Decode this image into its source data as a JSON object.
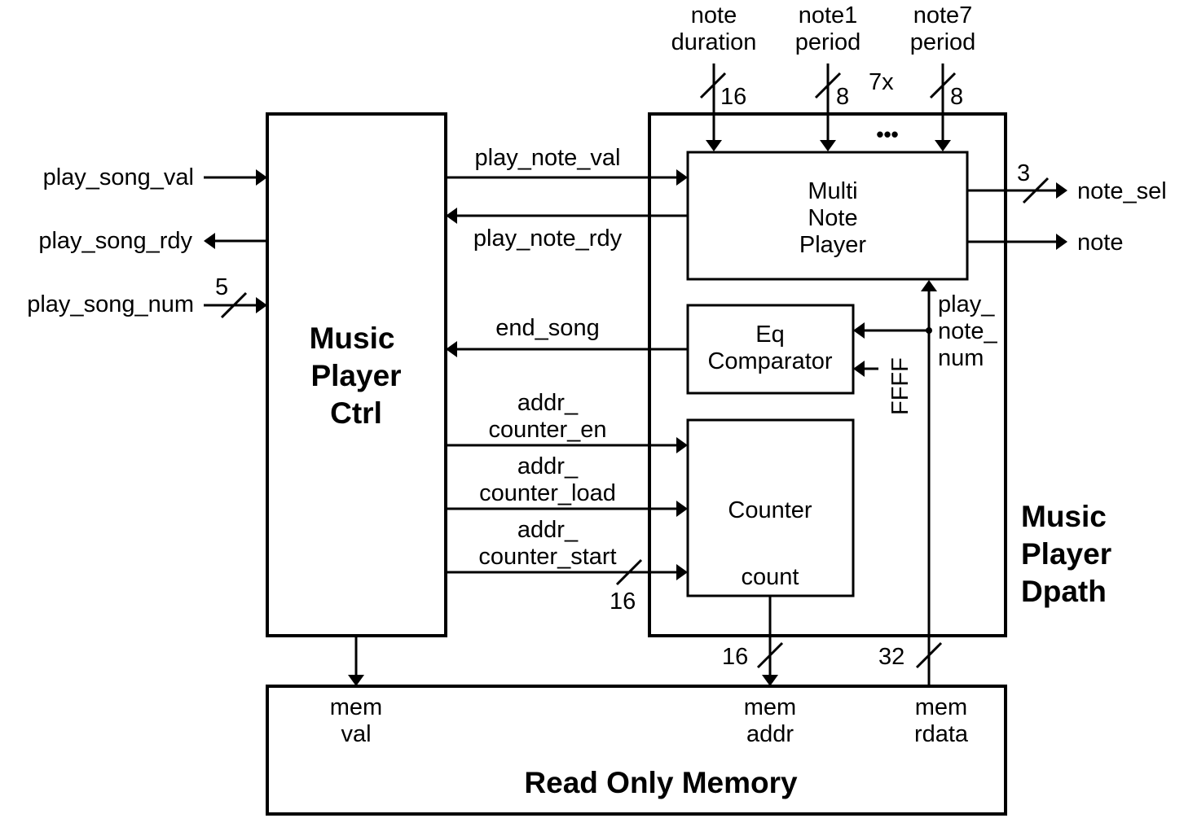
{
  "diagram": {
    "blocks": {
      "ctrl": {
        "lines": [
          "Music",
          "Player",
          "Ctrl"
        ]
      },
      "dpath": {
        "lines": [
          "Music",
          "Player",
          "Dpath"
        ]
      },
      "mnp": {
        "lines": [
          "Multi",
          "Note",
          "Player"
        ]
      },
      "eq": {
        "lines": [
          "Eq",
          "Comparator"
        ]
      },
      "counter": {
        "label": "Counter",
        "port": "count"
      },
      "rom": {
        "label": "Read Only Memory",
        "ports": {
          "val": [
            "mem",
            "val"
          ],
          "addr": [
            "mem",
            "addr"
          ],
          "rdata": [
            "mem",
            "rdata"
          ]
        }
      }
    },
    "inputs_top": {
      "duration": {
        "lines": [
          "note",
          "duration"
        ],
        "width": "16"
      },
      "note1": {
        "lines": [
          "note1",
          "period"
        ],
        "width": "8"
      },
      "note7": {
        "lines": [
          "note7",
          "period"
        ],
        "width": "8"
      },
      "repeat": "7x",
      "ellipsis": "•••"
    },
    "left_signals": {
      "play_song_val": "play_song_val",
      "play_song_rdy": "play_song_rdy",
      "play_song_num": "play_song_num",
      "play_song_num_width": "5"
    },
    "mid_signals": {
      "play_note_val": "play_note_val",
      "play_note_rdy": "play_note_rdy",
      "end_song": "end_song",
      "addr_counter_en": [
        "addr_",
        "counter_en"
      ],
      "addr_counter_load": [
        "addr_",
        "counter_load"
      ],
      "addr_counter_start": [
        "addr_",
        "counter_start"
      ],
      "addr_counter_start_width": "16"
    },
    "right_signals": {
      "note_sel": "note_sel",
      "note_sel_width": "3",
      "note": "note",
      "play_note_num": [
        "play_",
        "note_",
        "num"
      ],
      "ffff": "FFFF"
    },
    "bus_widths": {
      "mem_addr": "16",
      "mem_rdata": "32"
    }
  }
}
